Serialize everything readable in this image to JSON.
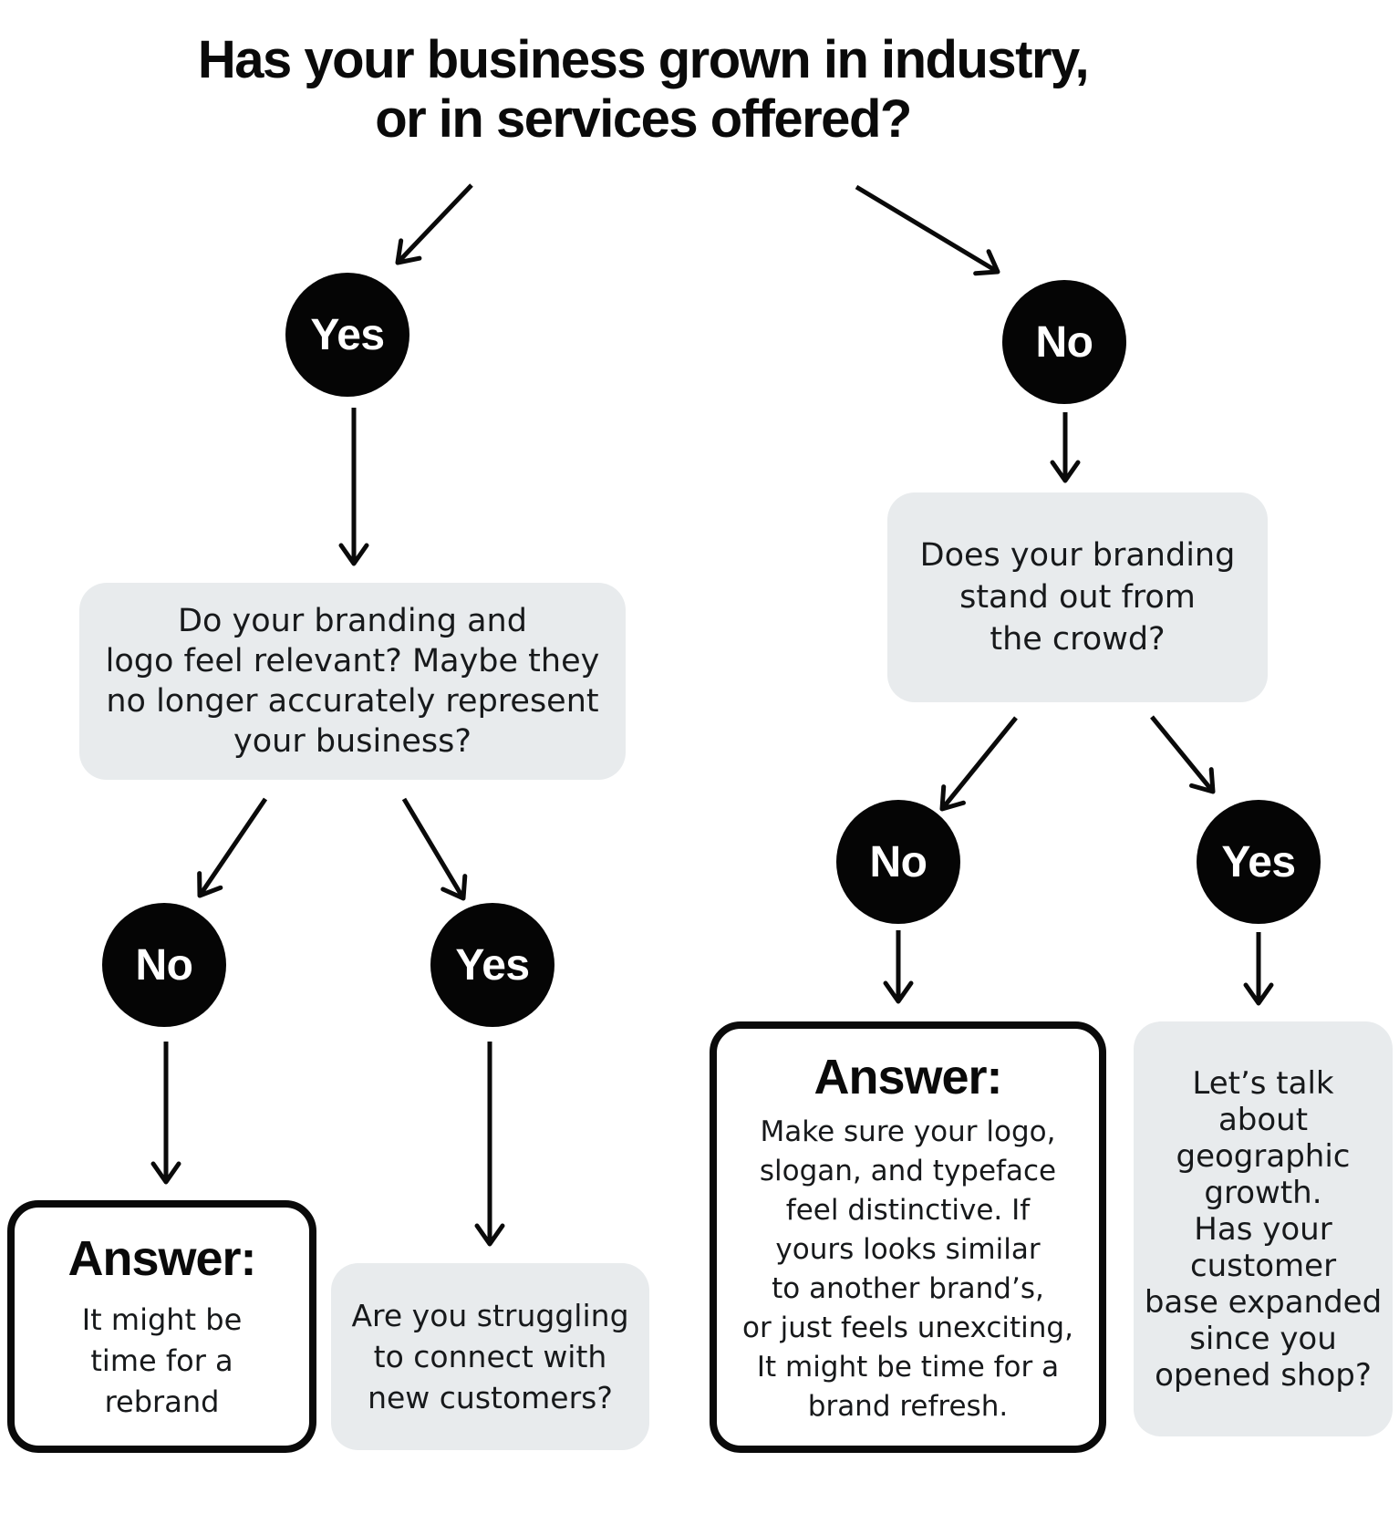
{
  "title": "Has your business grown in industry,\nor in services offered?",
  "nodes": {
    "yes_top": "Yes",
    "no_top": "No",
    "q_left": "Do your branding and\nlogo feel relevant? Maybe they\nno longer accurately represent\nyour business?",
    "q_right": "Does your branding\nstand out from\nthe crowd?",
    "no_left": "No",
    "yes_left": "Yes",
    "no_right": "No",
    "yes_right": "Yes",
    "answer_left": {
      "heading": "Answer:",
      "body": "It might be\ntime for a\nrebrand"
    },
    "q_struggle": "Are you struggling\nto connect with\nnew customers?",
    "answer_right": {
      "heading": "Answer:",
      "body": "Make sure your logo,\nslogan, and typeface\nfeel distinctive. If\nyours looks similar\nto another brand’s,\nor just feels unexciting,\nIt might be time for a\nbrand refresh."
    },
    "q_geo": "Let’s talk\nabout\ngeographic\ngrowth.\nHas your\ncustomer\nbase expanded\nsince you\nopened shop?"
  },
  "colors": {
    "box_gray": "#e8ebed",
    "node_black": "#050505",
    "background": "#ffffff"
  }
}
